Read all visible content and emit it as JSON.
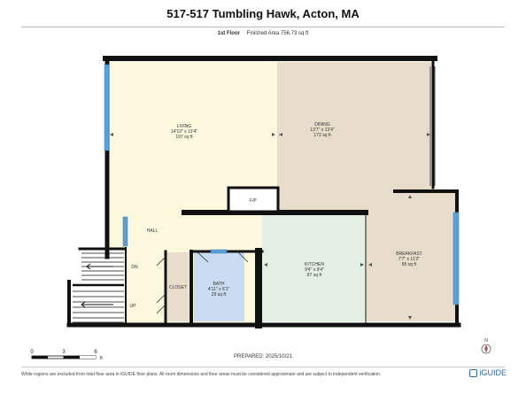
{
  "header": {
    "title": "517-517 Tumbling Hawk, Acton, MA",
    "floor": "1st Floor",
    "finished_area": "Finished Area 756.73 sq ft"
  },
  "rooms": {
    "living": {
      "name": "LIVING",
      "dims": "14'10\" x 13'4\"",
      "area": "197 sq ft"
    },
    "dining": {
      "name": "DINING",
      "dims": "13'7\" x 13'4\"",
      "area": "172 sq ft"
    },
    "kitchen": {
      "name": "KITCHEN",
      "dims": "9'4\" x 9'4\"",
      "area": "87 sq ft"
    },
    "breakfast": {
      "name": "BREAKFAST",
      "dims": "7'7\" x 11'2\"",
      "area": "85 sq ft"
    },
    "bath": {
      "name": "BATH",
      "dims": "4'11\" x 6'1\"",
      "area": "29 sq ft"
    },
    "closet": {
      "name": "CLOSET"
    },
    "hall": {
      "name": "HALL"
    },
    "fireplace": {
      "name": "F/P"
    },
    "stairs_down": {
      "name": "DN"
    },
    "stairs_up": {
      "name": "UP"
    }
  },
  "scale": {
    "ticks": [
      "0",
      "3",
      "6"
    ],
    "unit": "ft"
  },
  "compass": {
    "label": "N"
  },
  "footer": {
    "prepared": "PREPARED: 2025/10/21",
    "disclaimer": "White regions are excluded from total floor area in iGUIDE floor plans. All room dimensions and floor areas must be considered approximate and are subject to independent verification.",
    "logo": "iGUIDE"
  },
  "colors": {
    "living": "#fbf8de",
    "dining": "#e8ddcb",
    "kitchen": "#e3efe4",
    "breakfast": "#e8ddcb",
    "bath": "#c9dcf1",
    "closet": "#e8ddcb",
    "wall": "#111111",
    "window": "#5aa0d8"
  }
}
